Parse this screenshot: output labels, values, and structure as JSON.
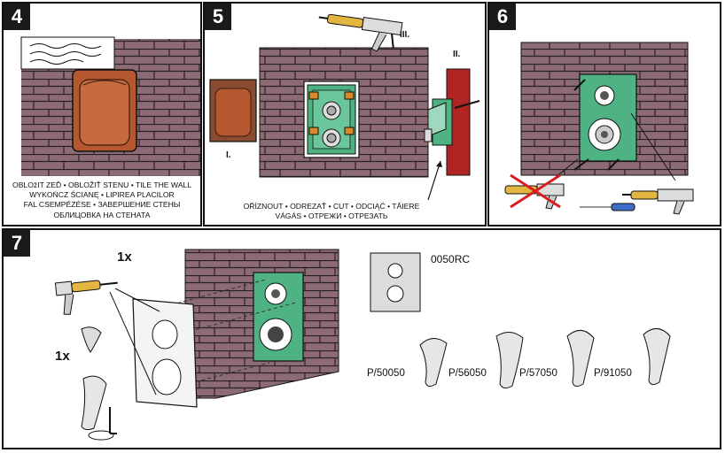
{
  "panels": {
    "p4": {
      "number": "4",
      "caption_lines": [
        "OBLOžIT ZEĎ • OBLOŽIŤ STENU • TILE THE WALL",
        "WYKOŃCZ ŚCIANĘ • LIPIREA PLACILOR",
        "FAL CSEMPÉZÉSE • ЗАВЕРШЕНИЕ СТЕНЫ",
        "ОБЛИЦОВКА НА СТЕНАТА"
      ]
    },
    "p5": {
      "number": "5",
      "label_i": "I.",
      "label_ii": "II.",
      "label_iii": "III.",
      "caption_lines": [
        "OŘÍZNOUT • ODREZAŤ • CUT • ODCIĄĆ • TĂIERE",
        "VÁGÁS • ОТРЕЖИ • ОТРЕЗАТЬ"
      ]
    },
    "p6": {
      "number": "6"
    },
    "p7": {
      "number": "7",
      "qty_plate": "1x",
      "qty_handle": "1x",
      "plate_code": "0050RC",
      "handles": [
        "P/50050",
        "P/56050",
        "P/57050",
        "P/91050"
      ]
    }
  },
  "colors": {
    "brick": "#8d6b74",
    "mortar": "#2a1f22",
    "box_orange": "#b5582f",
    "mixer_green": "#4fb283",
    "red_wall": "#b02424",
    "cross_red": "#d82020"
  }
}
